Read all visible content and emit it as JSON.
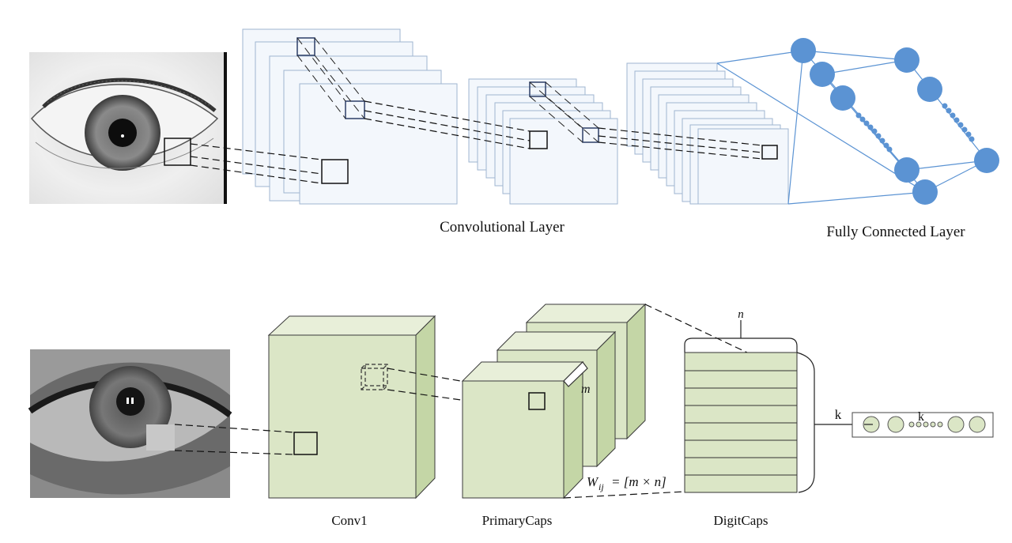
{
  "top_diagram": {
    "conv_label": "Convolutional Layer",
    "fc_label": "Fully Connected Layer"
  },
  "bottom_diagram": {
    "conv1_label": "Conv1",
    "primarycaps_label": "PrimaryCaps",
    "digitcaps_label": "DigitCaps",
    "n_label": "n",
    "m_label": "m",
    "weight_label": "W",
    "weight_sub": "ij",
    "weight_rhs": "= [m × n]",
    "k_left": "k",
    "k_right": "k"
  },
  "colors": {
    "plane_fill": "#f3f7fc",
    "plane_stroke": "#9fb6d0",
    "node_fill": "#5b93d3",
    "fc_edge": "#5b93d3",
    "cube_front": "#dbe6c6",
    "cube_top": "#e8efd9",
    "cube_side": "#c4d6a6",
    "cube_stroke": "#3a3a3a"
  }
}
